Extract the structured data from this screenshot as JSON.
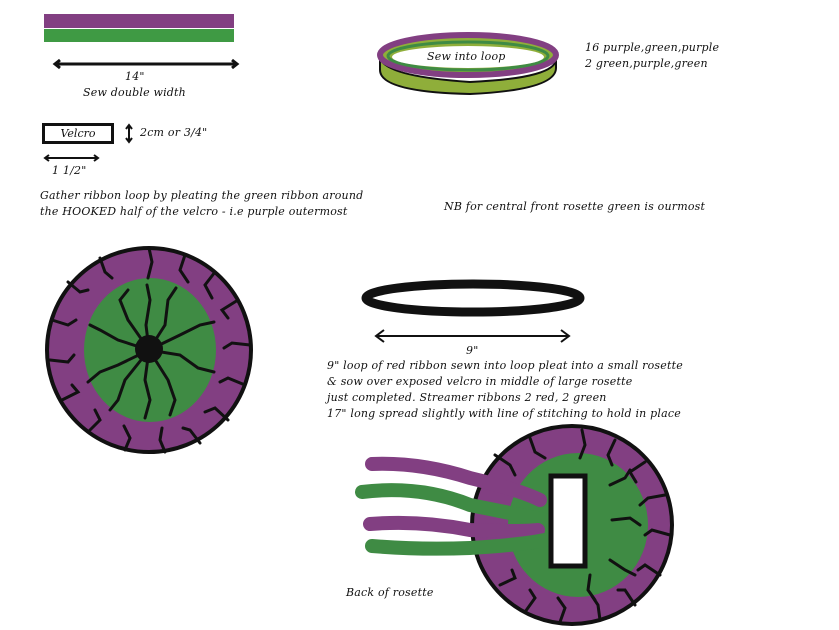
{
  "colors": {
    "purple": "#823f82",
    "green": "#3f8b44",
    "light_green": "#8fae3a",
    "ink": "#111111",
    "background": "#ffffff"
  },
  "step1": {
    "ribbon_colors": [
      "purple",
      "green"
    ],
    "measure_label": "14\"",
    "instruction": "Sew double width"
  },
  "step2": {
    "loop_label": "Sew into loop",
    "counts": [
      "16 purple,green,purple",
      "2 green,purple,green"
    ]
  },
  "velcro": {
    "label": "Velcro",
    "height_label": "2cm or 3/4\"",
    "width_label": "1 1/2\""
  },
  "gather_instruction": {
    "line1": "Gather ribbon loop by pleating the green ribbon around",
    "line2": "the HOOKED half of the velcro -  i.e purple outermost"
  },
  "nb_note": "NB for central front rosette green is ourmost",
  "front_rosette": {
    "outer_color": "purple",
    "inner_color": "green",
    "center": "black dot"
  },
  "red_loop": {
    "measure_label": "9\"",
    "instructions": [
      "9\" loop of red ribbon sewn into loop pleat into a small rosette",
      "& sow over exposed velcro in middle of large rosette",
      " just completed. Streamer ribbons 2 red, 2 green",
      " 17\" long spread slightly with line of stitching to hold in place"
    ]
  },
  "back_rosette": {
    "caption": "Back  of rosette",
    "streamers": [
      "purple",
      "green",
      "purple",
      "green"
    ]
  }
}
